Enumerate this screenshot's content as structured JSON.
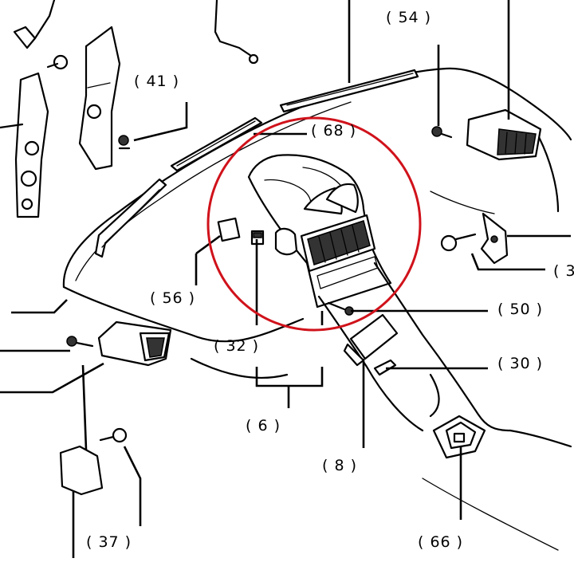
{
  "callouts": {
    "c54": "( 54 )",
    "c41": "( 41 )",
    "c68": "( 68 )",
    "c56": "( 56 )",
    "c32": "( 32 )",
    "c6": "( 6 )",
    "c50": "( 50 )",
    "c30": "( 30 )",
    "c8": "( 8 )",
    "c37": "( 37 )",
    "c66": "( 66 )",
    "c3": "( 3"
  },
  "colors": {
    "highlight": "#d0121b",
    "line": "#000000",
    "background": "#ffffff"
  }
}
